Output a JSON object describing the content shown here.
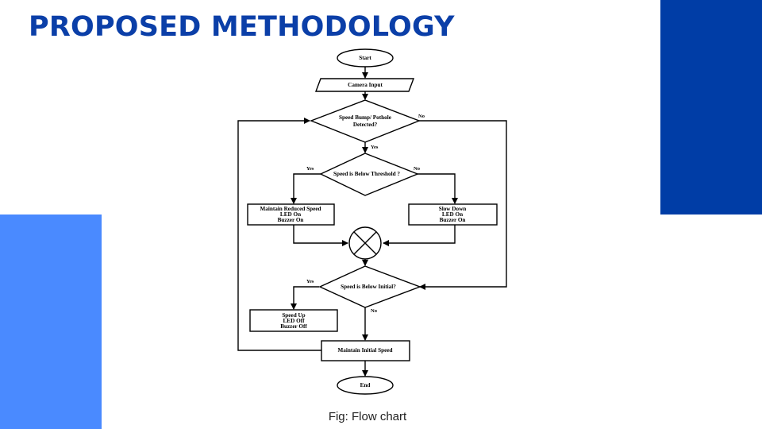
{
  "slide": {
    "title": "PROPOSED METHODOLOGY",
    "caption": "Fig: Flow chart",
    "colors": {
      "title": "#0b3fa8",
      "accent_dark": "#003da6",
      "accent_light": "#4a8aff"
    }
  },
  "flowchart": {
    "nodes": {
      "start": {
        "label": "Start"
      },
      "camera": {
        "label": "Camera Input"
      },
      "detected": {
        "line1": "Speed Bump/ Pothole",
        "line2": "Detected?"
      },
      "threshold": {
        "label": "Speed is Below Threshold ?"
      },
      "maintain_reduced": {
        "line1": "Maintain Reduced Speed",
        "line2": "LED On",
        "line3": "Buzzer On"
      },
      "slow_down": {
        "line1": "Slow Down",
        "line2": "LED On",
        "line3": "Buzzer On"
      },
      "below_initial": {
        "label": "Speed is Below Initial?"
      },
      "speed_up": {
        "line1": "Speed Up",
        "line2": "LED Off",
        "line3": "Buzzer Off"
      },
      "maintain_initial": {
        "label": "Maintain Initial Speed"
      },
      "end": {
        "label": "End"
      }
    },
    "edges": {
      "detected_no": "No",
      "detected_yes": "Yes",
      "threshold_yes": "Yes",
      "threshold_no": "No",
      "initial_yes": "Yes",
      "initial_no": "No"
    }
  }
}
